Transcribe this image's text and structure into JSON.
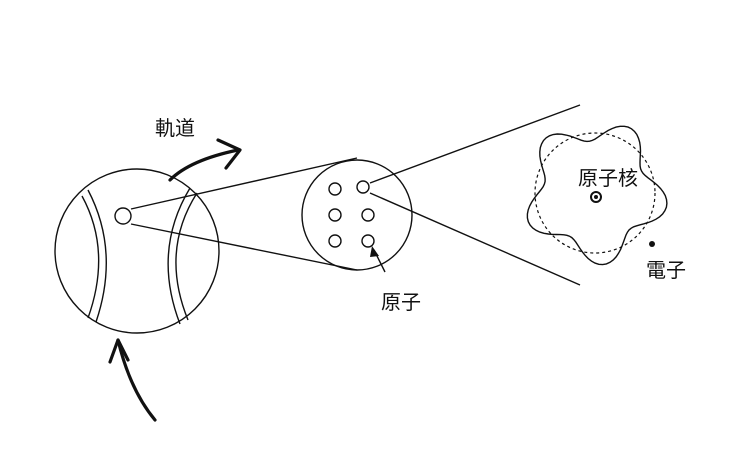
{
  "labels": {
    "orbit": "軌道",
    "atom": "原子",
    "nucleus": "原子核",
    "electron": "電子"
  }
}
